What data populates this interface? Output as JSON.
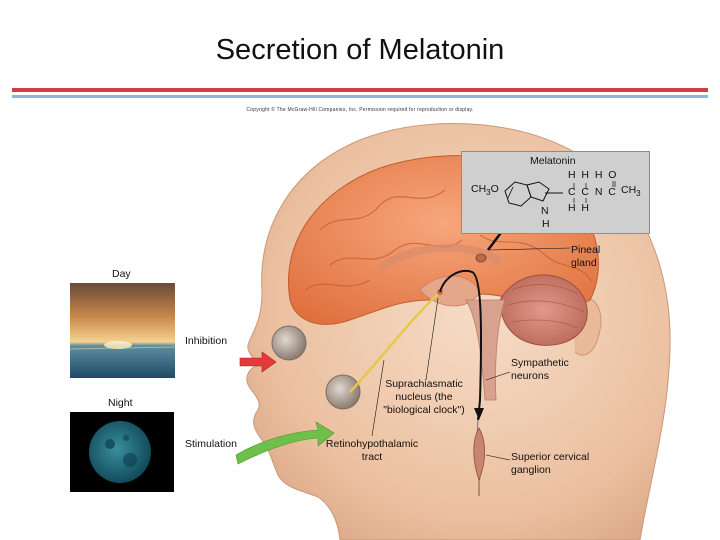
{
  "title": "Secretion of Melatonin",
  "copyright": "Copyright © The McGraw-Hill Companies, Inc. Permission required for reproduction or display.",
  "melatonin": {
    "name": "Melatonin",
    "group_left": "CH",
    "group_left_sub": "3",
    "group_left_o": "O",
    "ring_n": "N",
    "ring_h": "H",
    "top_row": "H  H  H  O",
    "middle_row": "C  C  N  C",
    "middle_tail": "CH",
    "middle_tail_sub": "3",
    "bottom_row": "H  H"
  },
  "labels": {
    "day": "Day",
    "night": "Night",
    "inhibition": "Inhibition",
    "stimulation": "Stimulation",
    "pineal": [
      "Pineal",
      "gland"
    ],
    "scn": [
      "Suprachiasmatic",
      "nucleus (the",
      "\"biological clock\")"
    ],
    "rht": [
      "Retinohypothalamic",
      "tract"
    ],
    "sympathetic": [
      "Sympathetic",
      "neurons"
    ],
    "ganglion": [
      "Superior cervical",
      "ganglion"
    ]
  },
  "colors": {
    "title_red_rule": "#d23c43",
    "title_blue_rule": "#8bb8d8",
    "skin": "#efc7a9",
    "brain": "#ee8a5a",
    "cerebellum": "#cc7a6a",
    "inhibition_arrow": "#e33b3b",
    "stimulation_arrow": "#6fc04a",
    "melatonin_box": "#cfcfcf"
  }
}
